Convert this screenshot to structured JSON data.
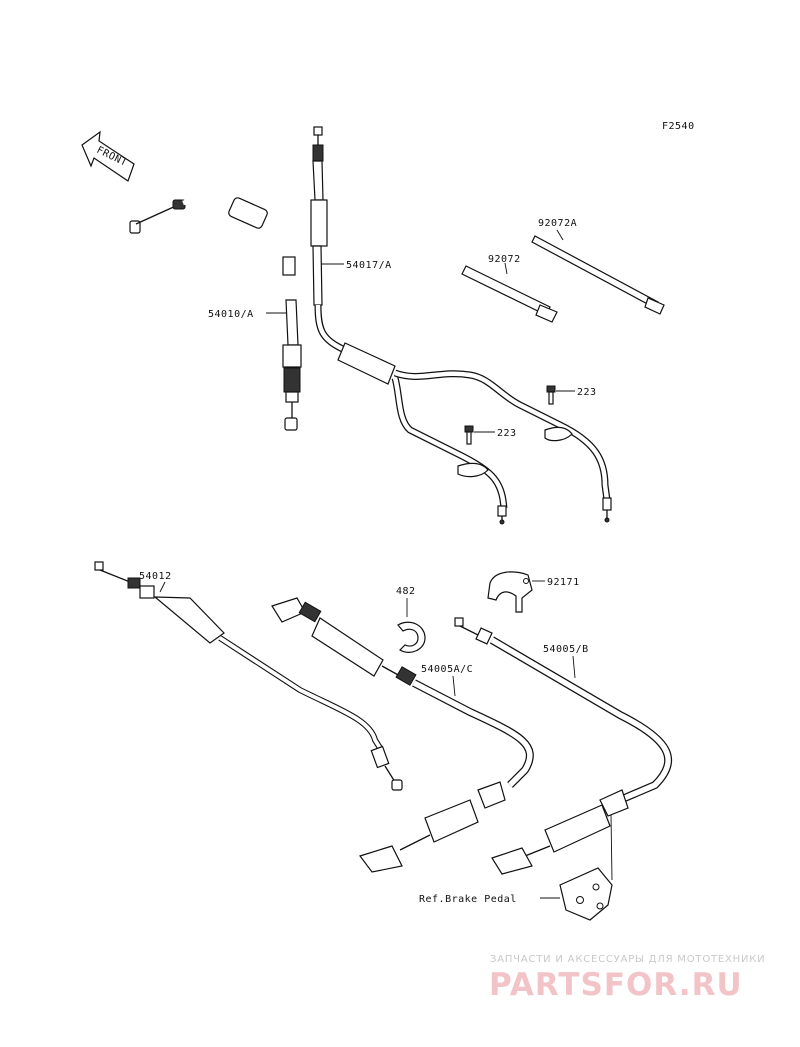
{
  "figure_code": "F2540",
  "front_marker": "FRONT",
  "parts": {
    "p54010A": "54010/A",
    "p54017A": "54017/A",
    "p92072A": "92072A",
    "p92072": "92072",
    "p223a": "223",
    "p223b": "223",
    "p54012": "54012",
    "p482": "482",
    "p92171": "92171",
    "p54005AC": "54005A/C",
    "p54005B": "54005/B",
    "ref_brake": "Ref.Brake Pedal"
  },
  "watermark": {
    "tagline": "ЗАПЧАСТИ И АКСЕССУАРЫ ДЛЯ МОТОТЕХНИКИ",
    "logo": "PARTSFOR.RU"
  }
}
